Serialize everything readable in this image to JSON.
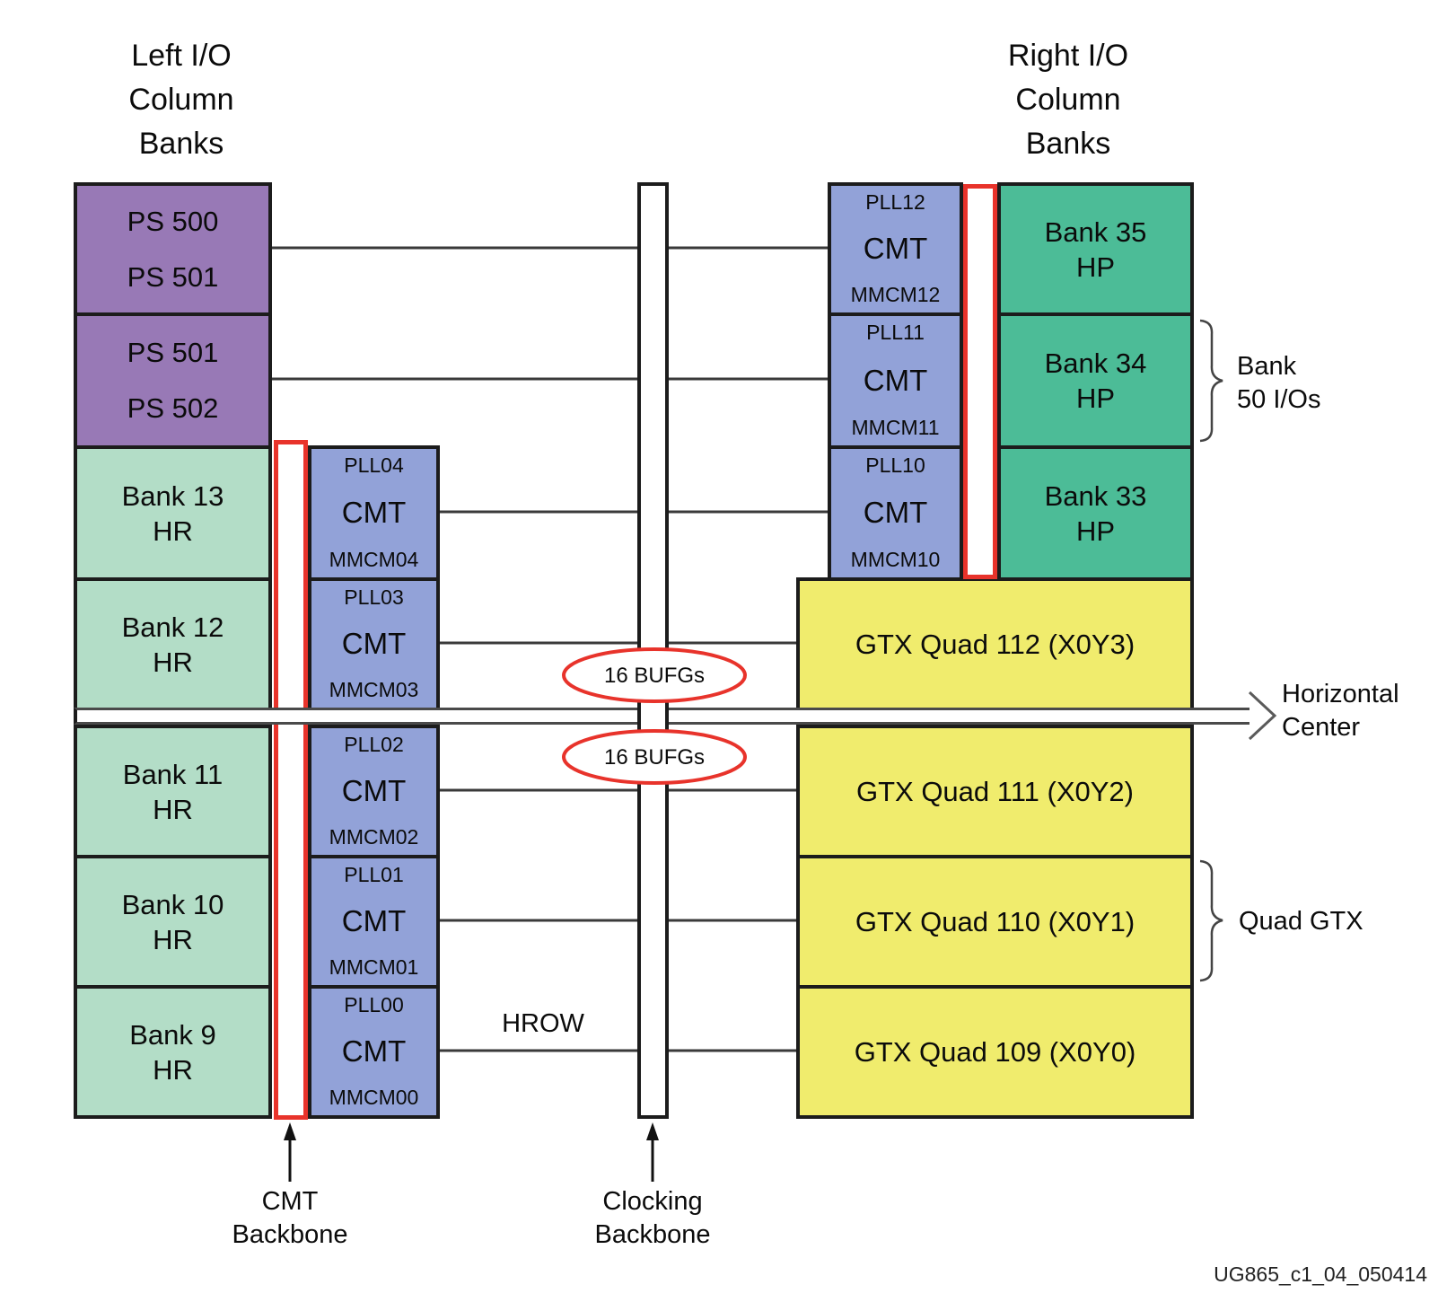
{
  "colors": {
    "ps_purple": "#9879b6",
    "hr_teal": "#b3ddc7",
    "cmt_blue": "#92a2d8",
    "hp_green": "#4cbc97",
    "gtx_yellow": "#f0ec6d",
    "backbone_red": "#e8332b"
  },
  "left_header": [
    "Left I/O",
    "Column",
    "Banks"
  ],
  "right_header": [
    "Right I/O",
    "Column",
    "Banks"
  ],
  "left_banks": [
    {
      "l1": "PS 500",
      "l2": "PS 501"
    },
    {
      "l1": "PS 501",
      "l2": "PS 502"
    },
    {
      "l1": "Bank 13",
      "l2": "HR"
    },
    {
      "l1": "Bank 12",
      "l2": "HR"
    },
    {
      "l1": "Bank 11",
      "l2": "HR"
    },
    {
      "l1": "Bank 10",
      "l2": "HR"
    },
    {
      "l1": "Bank 9",
      "l2": "HR"
    }
  ],
  "left_cmts": [
    {
      "pll": "PLL04",
      "cmt": "CMT",
      "mmcm": "MMCM04"
    },
    {
      "pll": "PLL03",
      "cmt": "CMT",
      "mmcm": "MMCM03"
    },
    {
      "pll": "PLL02",
      "cmt": "CMT",
      "mmcm": "MMCM02"
    },
    {
      "pll": "PLL01",
      "cmt": "CMT",
      "mmcm": "MMCM01"
    },
    {
      "pll": "PLL00",
      "cmt": "CMT",
      "mmcm": "MMCM00"
    }
  ],
  "right_cmts": [
    {
      "pll": "PLL12",
      "cmt": "CMT",
      "mmcm": "MMCM12"
    },
    {
      "pll": "PLL11",
      "cmt": "CMT",
      "mmcm": "MMCM11"
    },
    {
      "pll": "PLL10",
      "cmt": "CMT",
      "mmcm": "MMCM10"
    }
  ],
  "right_banks": [
    {
      "l1": "Bank 35",
      "l2": "HP"
    },
    {
      "l1": "Bank 34",
      "l2": "HP"
    },
    {
      "l1": "Bank 33",
      "l2": "HP"
    }
  ],
  "gtx_quads": [
    {
      "label": "GTX Quad 112 (X0Y3)"
    },
    {
      "label": "GTX Quad 111 (X0Y2)"
    },
    {
      "label": "GTX Quad 110 (X0Y1)"
    },
    {
      "label": "GTX Quad 109 (X0Y0)"
    }
  ],
  "bufgs": [
    {
      "label": "16 BUFGs"
    },
    {
      "label": "16 BUFGs"
    }
  ],
  "annotations": {
    "hrow": "HROW",
    "horizontal_center": [
      "Horizontal",
      "Center"
    ],
    "bank_50_ios": [
      "Bank",
      "50 I/Os"
    ],
    "quad_gtx": "Quad GTX",
    "cmt_backbone": [
      "CMT",
      "Backbone"
    ],
    "clocking_backbone": [
      "Clocking",
      "Backbone"
    ],
    "watermark": "UG865_c1_04_050414"
  }
}
